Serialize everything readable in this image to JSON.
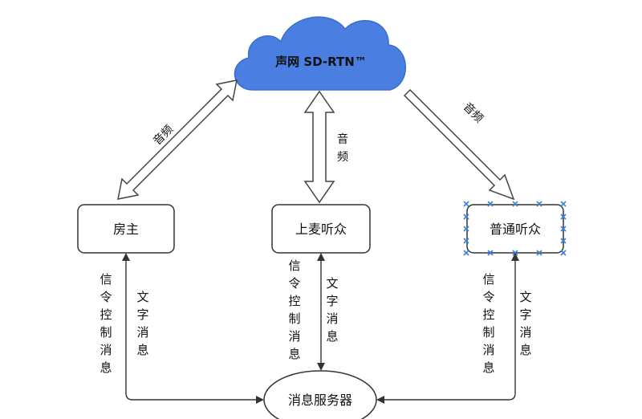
{
  "cloud": {
    "label": "声网 SD-RTN™",
    "fill": "#4a7ee0"
  },
  "nodes": {
    "host": {
      "label": "房主"
    },
    "mic_audience": {
      "label": "上麦听众"
    },
    "normal_audience": {
      "label": "普通听众"
    },
    "message_server": {
      "label": "消息服务器"
    }
  },
  "edges": {
    "host_audio": {
      "line1": "音",
      "line2": "频"
    },
    "mic_audio": {
      "line1": "音",
      "line2": "频"
    },
    "normal_audio": {
      "line1": "音",
      "line2": "频"
    },
    "host_signaling": {
      "chars": [
        "信",
        "令",
        "控",
        "制",
        "消",
        "息"
      ]
    },
    "host_text": {
      "chars": [
        "文",
        "字",
        "消",
        "息"
      ]
    },
    "mic_signaling": {
      "chars": [
        "信",
        "令",
        "控",
        "制",
        "消",
        "息"
      ]
    },
    "mic_text": {
      "chars": [
        "文",
        "字",
        "消",
        "息"
      ]
    },
    "normal_signaling": {
      "chars": [
        "信",
        "令",
        "控",
        "制",
        "消",
        "息"
      ]
    },
    "normal_text": {
      "chars": [
        "文",
        "字",
        "消",
        "息"
      ]
    }
  },
  "colors": {
    "stroke": "#333333",
    "marker": "#3b7fd6",
    "text": "#111111"
  }
}
